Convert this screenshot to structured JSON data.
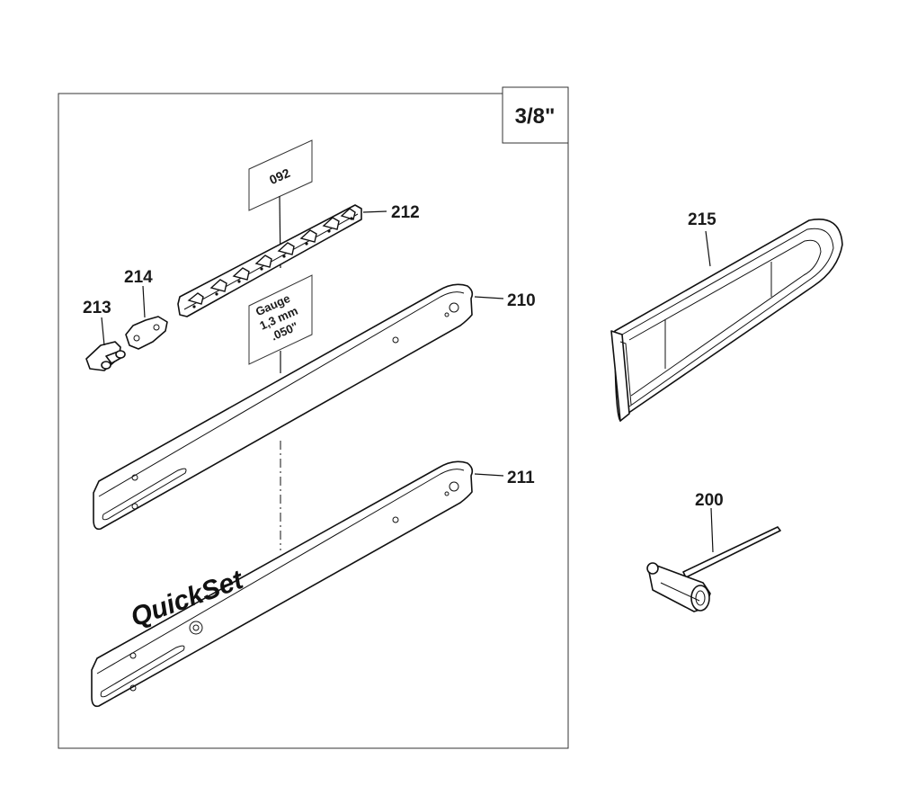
{
  "pitch_label": "3/8\"",
  "chain_code": "092",
  "gauge_label": {
    "line1": "Gauge",
    "line2": "1,3 mm",
    "line3": ".050\""
  },
  "bar_brand": "QuickSet",
  "callouts": {
    "p200": "200",
    "p210": "210",
    "p211": "211",
    "p212": "212",
    "p213": "213",
    "p214": "214",
    "p215": "215"
  }
}
